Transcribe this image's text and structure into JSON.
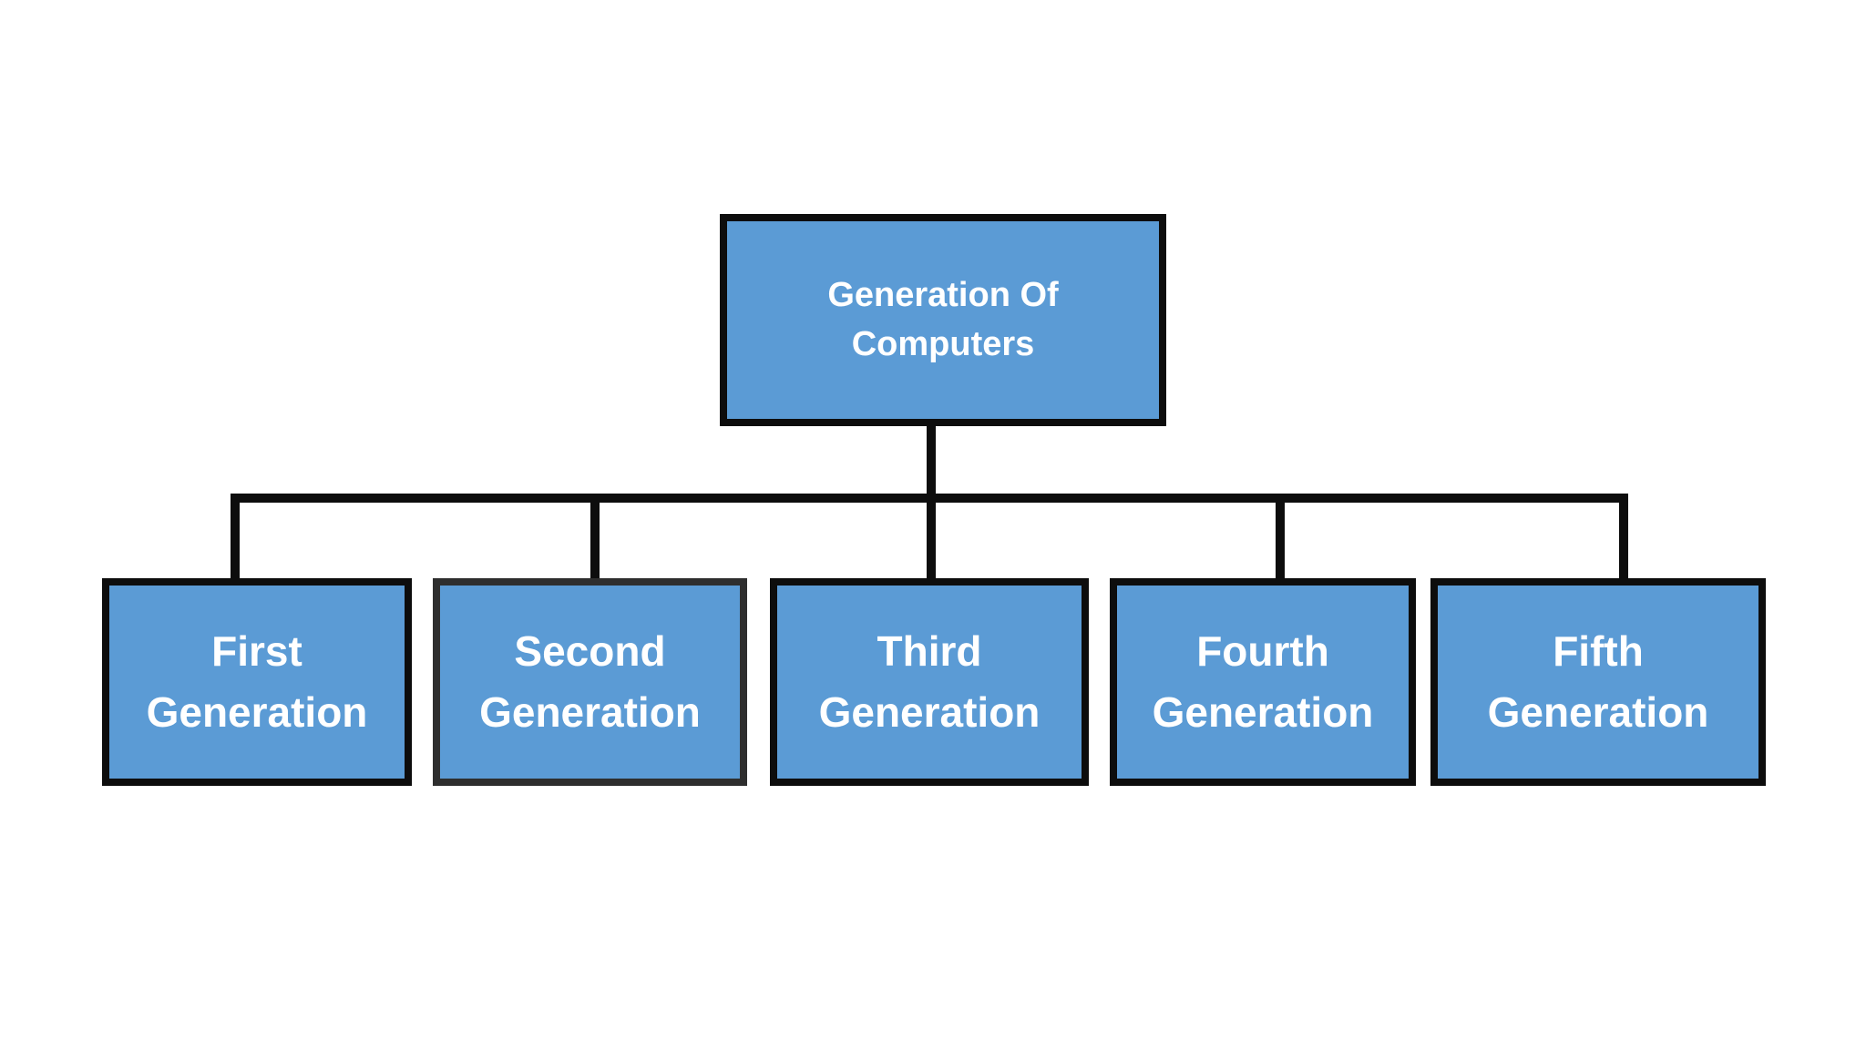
{
  "diagram_title": "Generation Of Computers",
  "colors": {
    "background": "#ffffff",
    "node_fill": "#5b9bd5",
    "node_border": "#0d0d0d",
    "connector": "#0d0d0d",
    "text": "#ffffff"
  },
  "root_node": {
    "label": "Generation Of Computers",
    "lines": [
      "Generation Of",
      "Computers"
    ]
  },
  "child_nodes": [
    {
      "label": "First Generation",
      "lines": [
        "First",
        "Generation"
      ]
    },
    {
      "label": "Second Generation",
      "lines": [
        "Second",
        "Generation"
      ]
    },
    {
      "label": "Third Generation",
      "lines": [
        "Third",
        "Generation"
      ]
    },
    {
      "label": "Fourth Generation",
      "lines": [
        "Fourth",
        "Generation"
      ]
    },
    {
      "label": "Fifth Generation",
      "lines": [
        "Fifth",
        "Generation"
      ]
    }
  ]
}
